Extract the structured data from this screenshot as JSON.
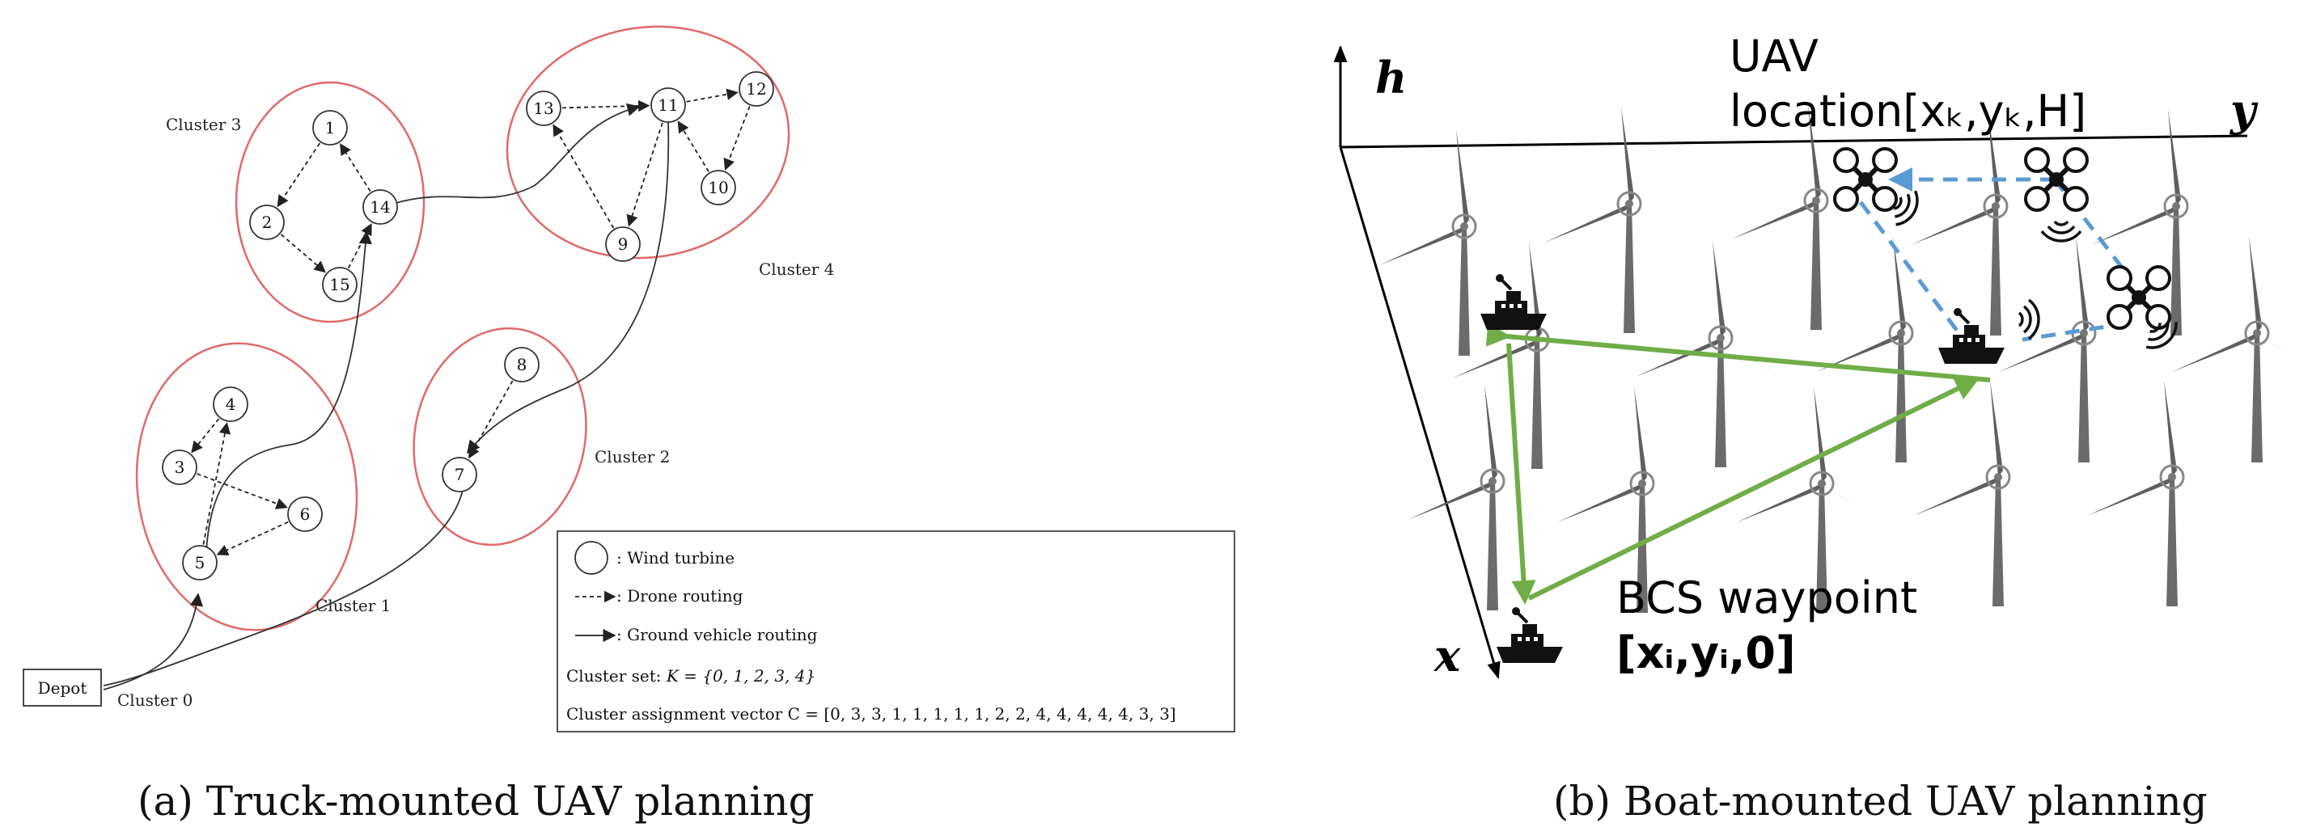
{
  "panel_a": {
    "caption": "(a) Truck-mounted  UAV planning",
    "nodes": [
      {
        "id": "1",
        "label": "1"
      },
      {
        "id": "2",
        "label": "2"
      },
      {
        "id": "3",
        "label": "3"
      },
      {
        "id": "4",
        "label": "4"
      },
      {
        "id": "5",
        "label": "5"
      },
      {
        "id": "6",
        "label": "6"
      },
      {
        "id": "7",
        "label": "7"
      },
      {
        "id": "8",
        "label": "8"
      },
      {
        "id": "9",
        "label": "9"
      },
      {
        "id": "10",
        "label": "10"
      },
      {
        "id": "11",
        "label": "11"
      },
      {
        "id": "12",
        "label": "12"
      },
      {
        "id": "13",
        "label": "13"
      },
      {
        "id": "14",
        "label": "14"
      },
      {
        "id": "15",
        "label": "15"
      }
    ],
    "clusters": {
      "c0": "Cluster 0",
      "c1": "Cluster 1",
      "c2": "Cluster 2",
      "c3": "Cluster 3",
      "c4": "Cluster 4"
    },
    "depot_label": "Depot",
    "drone_edges": [
      [
        "14",
        "1"
      ],
      [
        "1",
        "2"
      ],
      [
        "2",
        "15"
      ],
      [
        "15",
        "14"
      ],
      [
        "5",
        "4"
      ],
      [
        "4",
        "3"
      ],
      [
        "3",
        "6"
      ],
      [
        "6",
        "5"
      ],
      [
        "8",
        "7"
      ],
      [
        "13",
        "11"
      ],
      [
        "11",
        "12"
      ],
      [
        "12",
        "10"
      ],
      [
        "10",
        "11"
      ],
      [
        "11",
        "9"
      ],
      [
        "9",
        "13"
      ]
    ],
    "legend": {
      "wind_turbine": ": Wind turbine",
      "drone_routing": ": Drone routing",
      "ground_routing": ": Ground vehicle routing",
      "cluster_set_prefix": "Cluster set: ",
      "cluster_set_value": "K = {0, 1, 2, 3, 4}",
      "assignment_prefix": "Cluster assignment vector ",
      "assignment_value": "C = [0, 3, 3, 1, 1, 1, 1, 1, 2, 2, 4, 4, 4, 4, 4, 3, 3]"
    }
  },
  "panel_b": {
    "caption": "(b) Boat-mounted  UAV planning",
    "axis_h": "h",
    "axis_x": "x",
    "axis_y": "y",
    "uav_label_line1": "UAV",
    "uav_label_line2": "location[xₖ,yₖ,H]",
    "bcs_label_line1": "BCS waypoint",
    "bcs_label_line2": "[xᵢ,yᵢ,0]",
    "colors": {
      "boat_route": "#70ad47",
      "uav_route": "#5b9bd5",
      "turbine": "#555555"
    }
  }
}
